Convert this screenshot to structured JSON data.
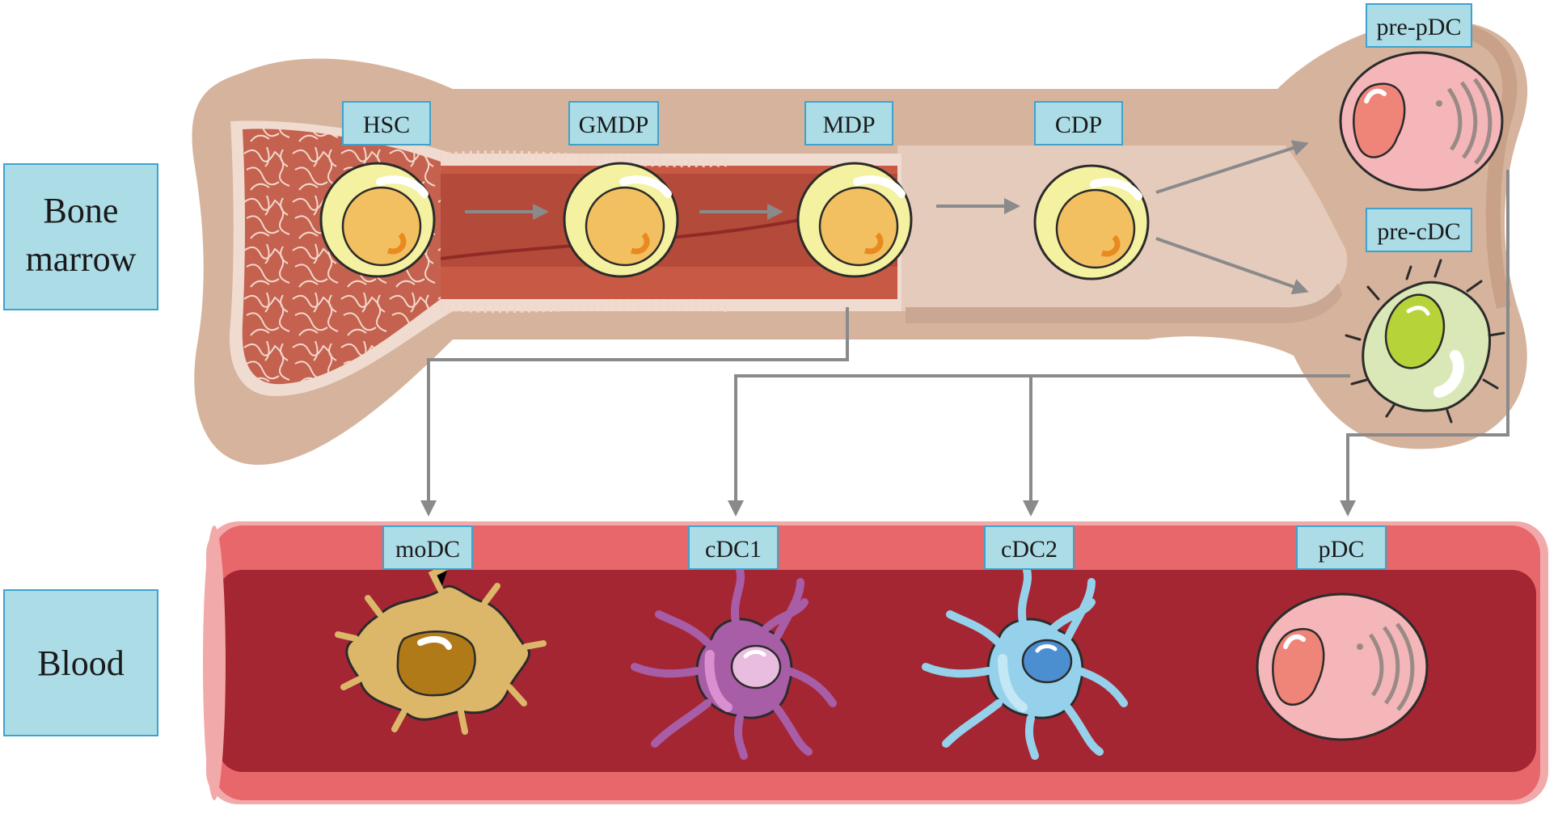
{
  "regions": {
    "bone_marrow": [
      "Bone",
      "marrow"
    ],
    "blood": "Blood"
  },
  "progenitors": {
    "hsc": "HSC",
    "gmdp": "GMDP",
    "mdp": "MDP",
    "cdp": "CDP",
    "pre_pdc": "pre-pDC",
    "pre_cdc": "pre-cDC"
  },
  "blood_cells": {
    "modc": "moDC",
    "cdc1": "cDC1",
    "cdc2": "cDC2",
    "pdc": "pDC"
  },
  "colors": {
    "label_fill": "#acdce6",
    "label_stroke": "#3da3cc",
    "bone_outer": "#d6b39c",
    "bone_inner": "#e8d0c0",
    "marrow_red": "#c85a45",
    "vessel_wall": "#e8676a",
    "vessel_lumen": "#a52633",
    "arrow_gray": "#8a8a8a"
  }
}
